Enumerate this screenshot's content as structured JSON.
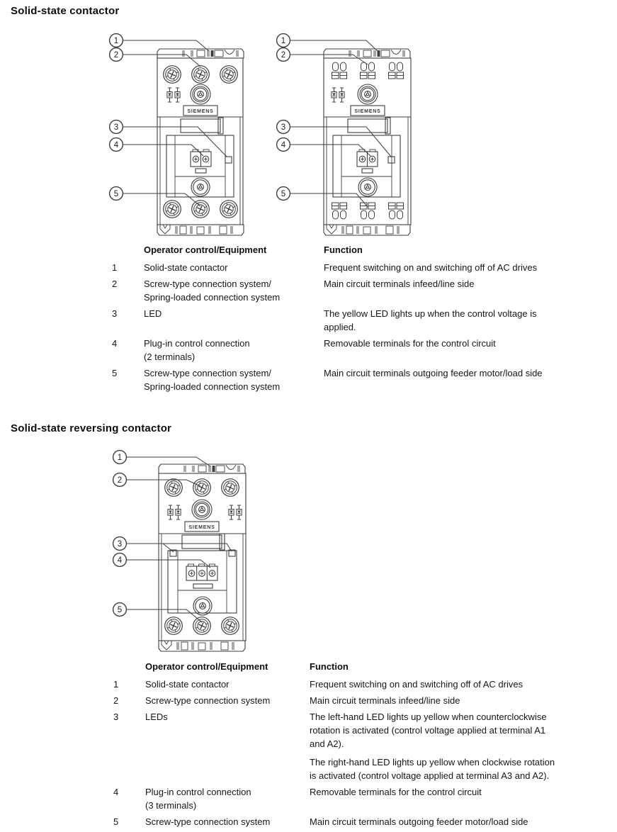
{
  "colors": {
    "line": "#3e3e3e",
    "text": "#161616",
    "background": "#ffffff"
  },
  "section1": {
    "heading": "Solid-state contactor",
    "table": {
      "headers": {
        "equipment": "Operator control/Equipment",
        "function": "Function"
      },
      "rows": [
        {
          "num": "1",
          "equipment": [
            "Solid-state contactor"
          ],
          "function": [
            [
              "Frequent switching on and switching off of AC drives"
            ]
          ]
        },
        {
          "num": "2",
          "equipment": [
            "Screw-type connection system/",
            "Spring-loaded connection system"
          ],
          "function": [
            [
              "Main circuit terminals infeed/line side"
            ]
          ]
        },
        {
          "num": "3",
          "equipment": [
            "LED"
          ],
          "function": [
            [
              "The yellow LED lights up when the control voltage is",
              "applied."
            ]
          ]
        },
        {
          "num": "4",
          "equipment": [
            "Plug-in control connection",
            "(2 terminals)"
          ],
          "function": [
            [
              "Removable terminals for the control circuit"
            ]
          ]
        },
        {
          "num": "5",
          "equipment": [
            "Screw-type connection system/",
            "Spring-loaded connection system"
          ],
          "function": [
            [
              "Main circuit terminals outgoing feeder motor/load side"
            ]
          ]
        }
      ]
    }
  },
  "section2": {
    "heading": "Solid-state reversing contactor",
    "table": {
      "headers": {
        "equipment": "Operator control/Equipment",
        "function": "Function"
      },
      "rows": [
        {
          "num": "1",
          "equipment": [
            "Solid-state contactor"
          ],
          "function": [
            [
              "Frequent switching on and switching off of AC drives"
            ]
          ]
        },
        {
          "num": "2",
          "equipment": [
            "Screw-type connection system"
          ],
          "function": [
            [
              "Main circuit terminals infeed/line side"
            ]
          ]
        },
        {
          "num": "3",
          "equipment": [
            "LEDs"
          ],
          "function": [
            [
              "The left-hand LED lights up yellow when counterclockwise",
              "rotation is activated (control voltage applied at terminal A1",
              "and A2)."
            ],
            [
              "The right-hand LED lights up yellow when clockwise rotation",
              "is activated (control voltage applied at terminal A3 and A2)."
            ]
          ]
        },
        {
          "num": "4",
          "equipment": [
            "Plug-in control connection",
            "(3 terminals)"
          ],
          "function": [
            [
              "Removable terminals for the control circuit"
            ]
          ]
        },
        {
          "num": "5",
          "equipment": [
            "Screw-type connection system"
          ],
          "function": [
            [
              "Main circuit terminals outgoing feeder motor/load side"
            ]
          ]
        }
      ]
    }
  },
  "figures": {
    "contactor_screw": {
      "brand": "SIEMENS",
      "callouts": [
        "1",
        "2",
        "3",
        "4",
        "5"
      ]
    },
    "contactor_spring": {
      "brand": "SIEMENS",
      "callouts": [
        "1",
        "2",
        "3",
        "4",
        "5"
      ]
    },
    "reversing": {
      "brand": "SIEMENS",
      "callouts": [
        "1",
        "2",
        "3",
        "4",
        "5"
      ]
    }
  }
}
